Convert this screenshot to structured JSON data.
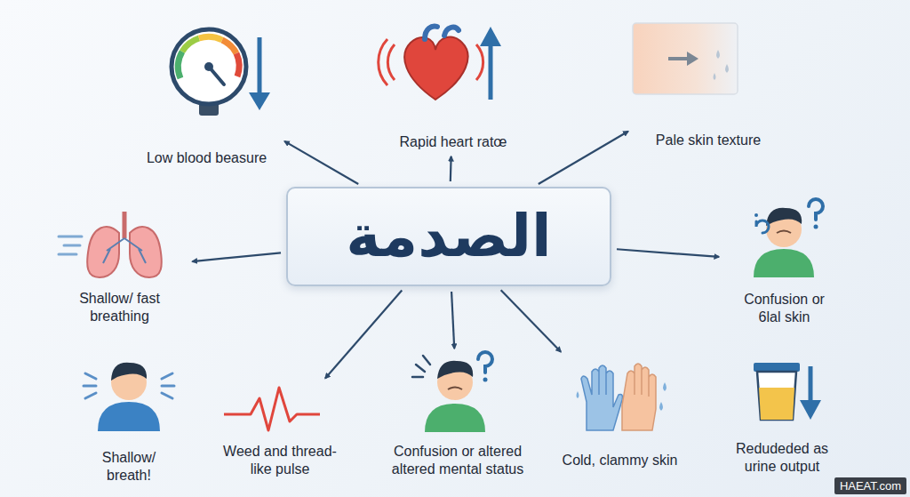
{
  "diagram": {
    "nodes": [
      {
        "text": [
          "Low blood beasure"
        ]
      },
      {
        "text": [
          "Rapid heart ratœ"
        ]
      },
      {
        "text": [
          "Pale skin texture"
        ]
      },
      {
        "text": [
          "الصدمة"
        ]
      },
      {
        "text": [
          "Shallow/ fast breathing"
        ]
      },
      {
        "text": [
          "Confusion or 6lal skin"
        ]
      },
      {
        "text": [
          "Shallow/ breath!"
        ]
      },
      {
        "text": [
          "Weed and thread-like pulse"
        ]
      },
      {
        "text": [
          "Confusion or altered altered mental status"
        ]
      },
      {
        "text": [
          "Cold, clammy skin"
        ]
      },
      {
        "text": [
          "Redudeded as urine output"
        ]
      }
    ],
    "edges": [
      {
        "from": 3,
        "to": 0,
        "arrow": "to"
      },
      {
        "from": 3,
        "to": 1,
        "arrow": "to"
      },
      {
        "from": 3,
        "to": 2,
        "arrow": "to"
      },
      {
        "from": 3,
        "to": 4,
        "arrow": "to"
      },
      {
        "from": 3,
        "to": 5,
        "arrow": "to"
      },
      {
        "from": 3,
        "to": 7,
        "arrow": "to"
      },
      {
        "from": 3,
        "to": 8,
        "arrow": "to"
      },
      {
        "from": 3,
        "to": 9,
        "arrow": "to"
      }
    ],
    "labels": [
      "HAEAT.com"
    ]
  }
}
